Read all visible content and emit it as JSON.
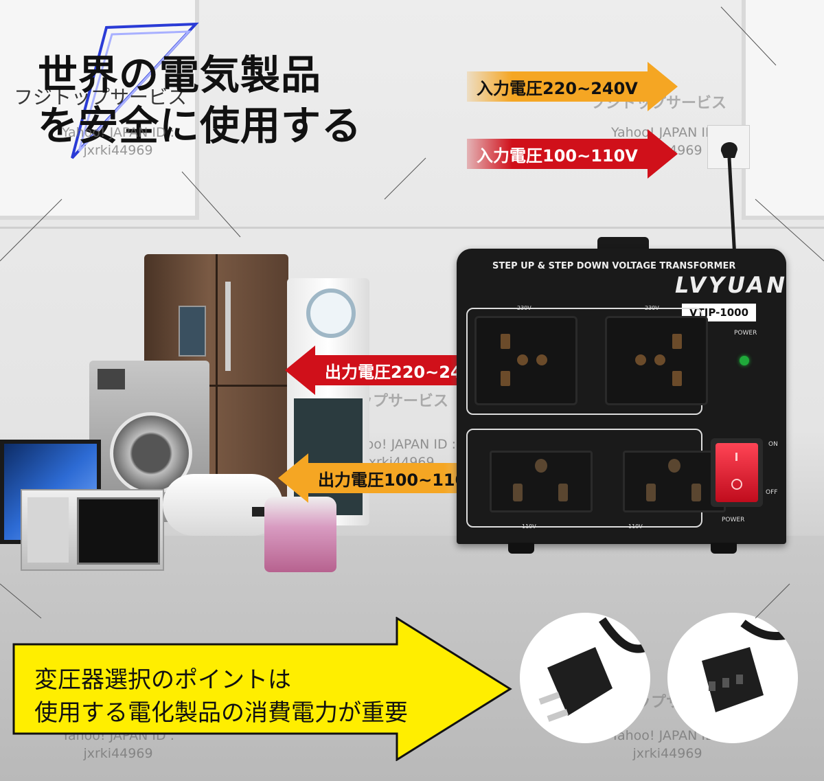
{
  "headline": {
    "line1": "世界の電気製品",
    "line2": "を安全に使用する"
  },
  "watermarks": {
    "brand": "フジトップサービス",
    "id_label": "Yahoo! JAPAN ID :",
    "id_value": "jxrki44969"
  },
  "arrows": {
    "input_high": "入力電圧220~240V",
    "input_low": "入力電圧100~110V",
    "output_high": "出力電圧220~240V",
    "output_low": "出力電圧100~110V"
  },
  "transformer": {
    "top_label": "STEP UP & STEP DOWN VOLTAGE TRANSFORMER",
    "brand": "LVYUAN",
    "model": "VTJP-1000",
    "label_230_left": "230V",
    "label_230_right": "230V",
    "label_110_left": "110V",
    "label_110_right": "110V",
    "power_indicator_label": "POWER",
    "switch_on": "ON",
    "switch_off": "OFF",
    "switch_label": "POWER"
  },
  "callout": {
    "line1": "変圧器選択のポイントは",
    "line2": "使用する電化製品の消費電力が重要"
  },
  "colors": {
    "orange_arrow": "#f5a623",
    "red_arrow": "#d0101a",
    "yellow_callout": "#ffee00",
    "transformer_body": "#1a1a1a",
    "power_led": "#1faa3a",
    "switch_red": "#e8142a"
  },
  "icons": [
    "refrigerator",
    "washing-machine",
    "microwave",
    "water-heater",
    "rice-cooker",
    "tv",
    "us-plug",
    "iec-connector"
  ]
}
